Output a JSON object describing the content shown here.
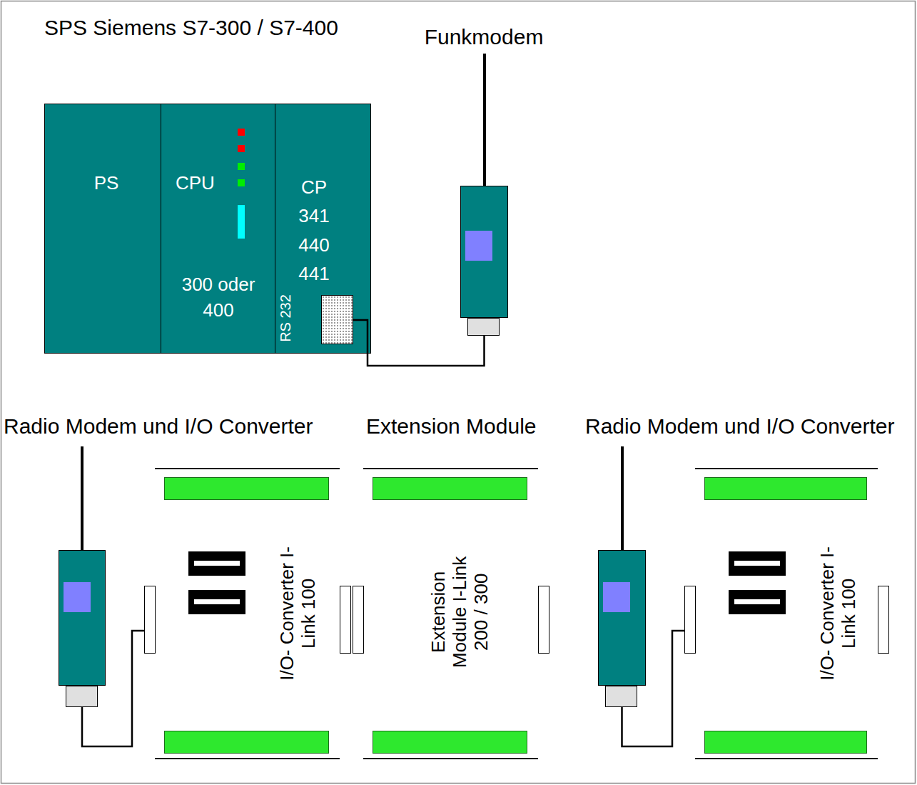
{
  "diagram": {
    "nodes": [
      {
        "text": [
          "SPS Siemens S7-300 / S7-400"
        ]
      },
      {
        "text": [
          "PS"
        ],
        "in": 0
      },
      {
        "text": [
          "CPU",
          "300 oder 400"
        ],
        "in": 0
      },
      {
        "text": [
          "CP 341 440 441",
          "RS 232"
        ],
        "in": 0
      },
      {
        "text": [
          "Funkmodem"
        ]
      },
      {
        "text": [
          "Radio Modem und I/O Converter"
        ]
      },
      {
        "text": [
          "I/O- Converter I-Link 100"
        ]
      },
      {
        "text": [
          "Extension Module",
          "Extension Module I-Link 200 / 300"
        ]
      },
      {
        "text": [
          "Radio Modem und I/O Converter"
        ]
      },
      {
        "text": [
          "I/O- Converter I-Link 100"
        ]
      }
    ],
    "edges": [
      {
        "from": 3,
        "to": 4,
        "arrow": "none"
      },
      {
        "from": 5,
        "to": 6,
        "arrow": "none"
      },
      {
        "from": 8,
        "to": 9,
        "arrow": "none"
      }
    ]
  }
}
